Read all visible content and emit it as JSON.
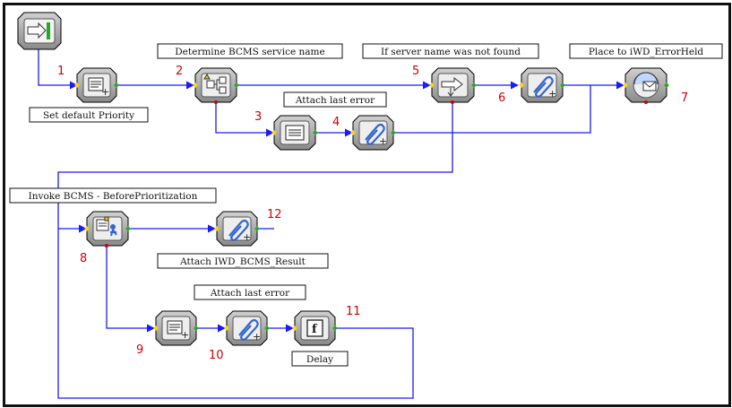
{
  "diagram": {
    "labels": {
      "set_default_priority": "Set default Priority",
      "determine_bcms": "Determine BCMS service name",
      "attach_last_error_top": "Attach last error",
      "if_server_not_found": "If server name was not found",
      "place_error_held": "Place to iWD_ErrorHeld",
      "invoke_bcms": "Invoke BCMS - BeforePrioritization",
      "attach_result": "Attach IWD_BCMS_Result",
      "attach_last_error_bottom": "Attach last error",
      "delay": "Delay"
    },
    "numbers": {
      "n1": "1",
      "n2": "2",
      "n3": "3",
      "n4": "4",
      "n5": "5",
      "n6": "6",
      "n7": "7",
      "n8": "8",
      "n9": "9",
      "n10": "10",
      "n11": "11",
      "n12": "12"
    },
    "colors": {
      "connector": "#1a1aff",
      "node_fill": "#a9a9a9",
      "node_border": "#000000",
      "number": "#d40000",
      "port_in": "#ffd700",
      "port_out": "#22aa22",
      "port_err": "#cc0000"
    },
    "icons": {
      "entry": "entry-arrow-icon",
      "assign": "assign-icon",
      "route": "route-icon",
      "attach": "paperclip-icon",
      "branch": "branch-icon",
      "invoke": "invoke-icon",
      "function": "function-icon",
      "exit": "exit-mail-icon"
    }
  }
}
